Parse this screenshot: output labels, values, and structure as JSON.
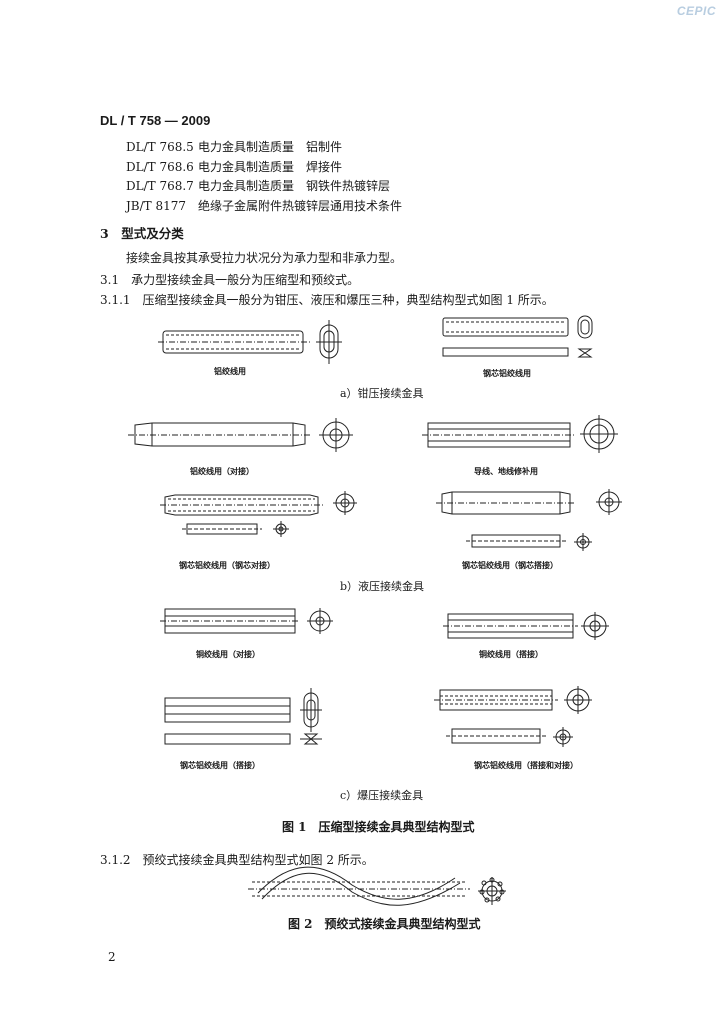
{
  "watermark": "CEPIC",
  "header": {
    "standard_number": "DL / T 758 — 2009"
  },
  "references": [
    {
      "code": "DL/T 768.5",
      "title": "电力金具制造质量　铝制件"
    },
    {
      "code": "DL/T 768.6",
      "title": "电力金具制造质量　焊接件"
    },
    {
      "code": "DL/T 768.7",
      "title": "电力金具制造质量　钢铁件热镀锌层"
    },
    {
      "code": "JB/T 8177",
      "title": "绝缘子金属附件热镀锌层通用技术条件"
    }
  ],
  "section3": {
    "heading": "3　型式及分类",
    "intro": "接续金具按其承受拉力状况分为承力型和非承力型。",
    "s31": "3.1　承力型接续金具一般分为压缩型和预绞式。",
    "s311": "3.1.1　压缩型接续金具一般分为钳压、液压和爆压三种，典型结构型式如图 1 所示。"
  },
  "figure1": {
    "labels": {
      "a_left": "铝绞线用",
      "a_right": "钢芯铝绞线用",
      "b_top_left": "铝绞线用（对接）",
      "b_top_right": "导线、地线修补用",
      "b_bottom_left": "钢芯铝绞线用（钢芯对接）",
      "b_bottom_right": "钢芯铝绞线用（钢芯搭接）",
      "c_top_left": "铜绞线用（对接）",
      "c_top_right": "铜绞线用（搭接）",
      "c_bottom_left": "钢芯铝绞线用（搭接）",
      "c_bottom_right": "钢芯铝绞线用（搭接和对接）"
    },
    "subcaption_a": "a）钳压接续金具",
    "subcaption_b": "b）液压接续金具",
    "subcaption_c": "c）爆压接续金具",
    "title": "图 1　压缩型接续金具典型结构型式"
  },
  "s312": "3.1.2　预绞式接续金具典型结构型式如图 2 所示。",
  "figure2": {
    "title": "图 2　预绞式接续金具典型结构型式"
  },
  "page_number": "2"
}
